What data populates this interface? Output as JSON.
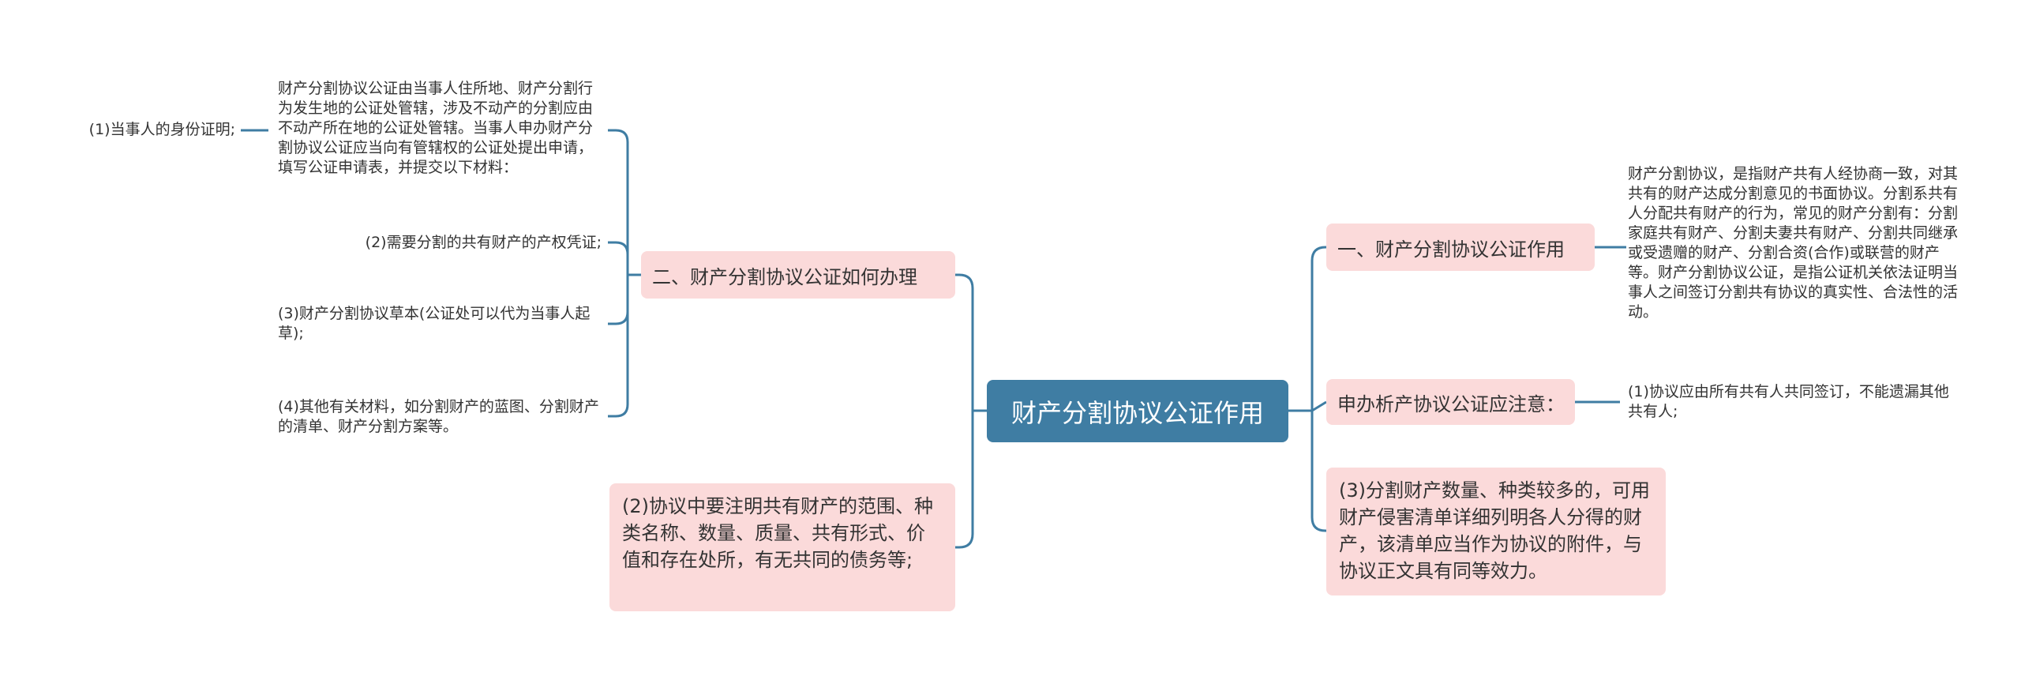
{
  "colors": {
    "root_bg": "#3f7da3",
    "branch_bg": "#fbdada",
    "line": "#3f7da3",
    "text": "#333333"
  },
  "root": {
    "label": "财产分割协议公证作用"
  },
  "right_branches": [
    {
      "label": "一、财产分割协议公证作用",
      "leaf": "财产分割协议，是指财产共有人经协商一致，对其共有的财产达成分割意见的书面协议。分割系共有人分配共有财产的行为，常见的财产分割有：分割家庭共有财产、分割夫妻共有财产、分割共同继承或受遗赠的财产、分割合资(合作)或联营的财产等。财产分割协议公证，是指公证机关依法证明当事人之间签订分割共有协议的真实性、合法性的活动。"
    },
    {
      "label": "申办析产协议公证应注意：",
      "leaf": "(1)协议应由所有共有人共同签订，不能遗漏其他共有人;"
    },
    {
      "label": "(3)分割财产数量、种类较多的，可用财产侵害清单详细列明各人分得的财产，该清单应当作为协议的附件，与协议正文具有同等效力。"
    }
  ],
  "left_branches": [
    {
      "label": "二、财产分割协议公证如何办理",
      "children": [
        {
          "label": "财产分割协议公证由当事人住所地、财产分割行为发生地的公证处管辖，涉及不动产的分割应由不动产所在地的公证处管辖。当事人申办财产分割协议公证应当向有管辖权的公证处提出申请，填写公证申请表，并提交以下材料：",
          "child": "(1)当事人的身份证明;"
        },
        {
          "label": "(2)需要分割的共有财产的产权凭证;"
        },
        {
          "label": "(3)财产分割协议草本(公证处可以代为当事人起草);"
        },
        {
          "label": "(4)其他有关材料，如分割财产的蓝图、分割财产的清单、财产分割方案等。"
        }
      ]
    },
    {
      "label": "(2)协议中要注明共有财产的范围、种类名称、数量、质量、共有形式、价值和存在处所，有无共同的债务等;"
    }
  ]
}
